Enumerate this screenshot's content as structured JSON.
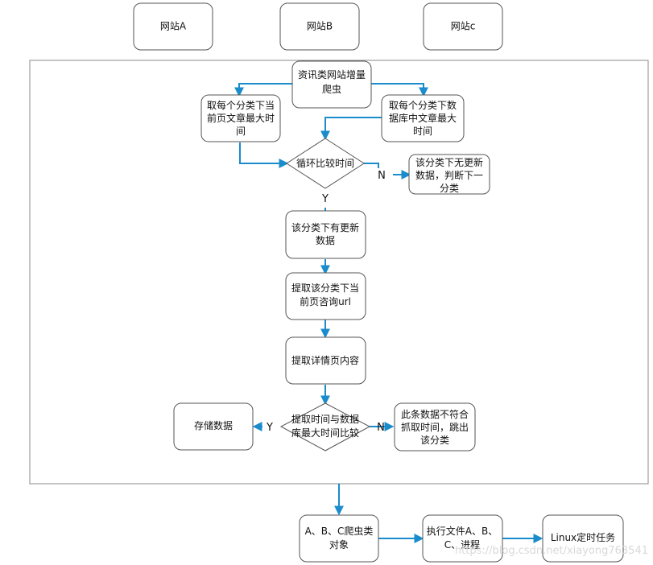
{
  "sites": {
    "a": "网站A",
    "b": "网站B",
    "c": "网站c"
  },
  "nodes": {
    "crawler": [
      "资讯类网站增量",
      "爬虫"
    ],
    "left_max": [
      "取每个分类下当",
      "前页文章最大时",
      "间"
    ],
    "right_max": [
      "取每个分类下数",
      "据库中文章最大",
      "时间"
    ],
    "loop_compare": [
      "循环比较时间"
    ],
    "no_update": [
      "该分类下无更新",
      "数据，判断下一",
      "分类"
    ],
    "has_update": [
      "该分类下有更新",
      "数据"
    ],
    "extract_url": [
      "提取该分类下当",
      "前页咨询url"
    ],
    "extract_detail": [
      "提取详情页内容"
    ],
    "compare_db": [
      "提取时间与数据",
      "库最大时间比较"
    ],
    "store": [
      "存储数据"
    ],
    "skip": [
      "此条数据不符合",
      "抓取时间，跳出",
      "该分类"
    ],
    "crawler_objects": [
      "A、B、C爬虫类",
      "对象"
    ],
    "run_process": [
      "执行文件A、B、",
      "C、进程"
    ],
    "linux_task": [
      "Linux定时任务"
    ]
  },
  "edge_labels": {
    "n1": "N",
    "y1": "Y",
    "y2": "Y",
    "n2": "N"
  },
  "watermark": "https://blog.csdn.net/xiayong763541",
  "colors": {
    "arrow": "#1a8ccc",
    "border": "#555555",
    "container": "#888888"
  }
}
